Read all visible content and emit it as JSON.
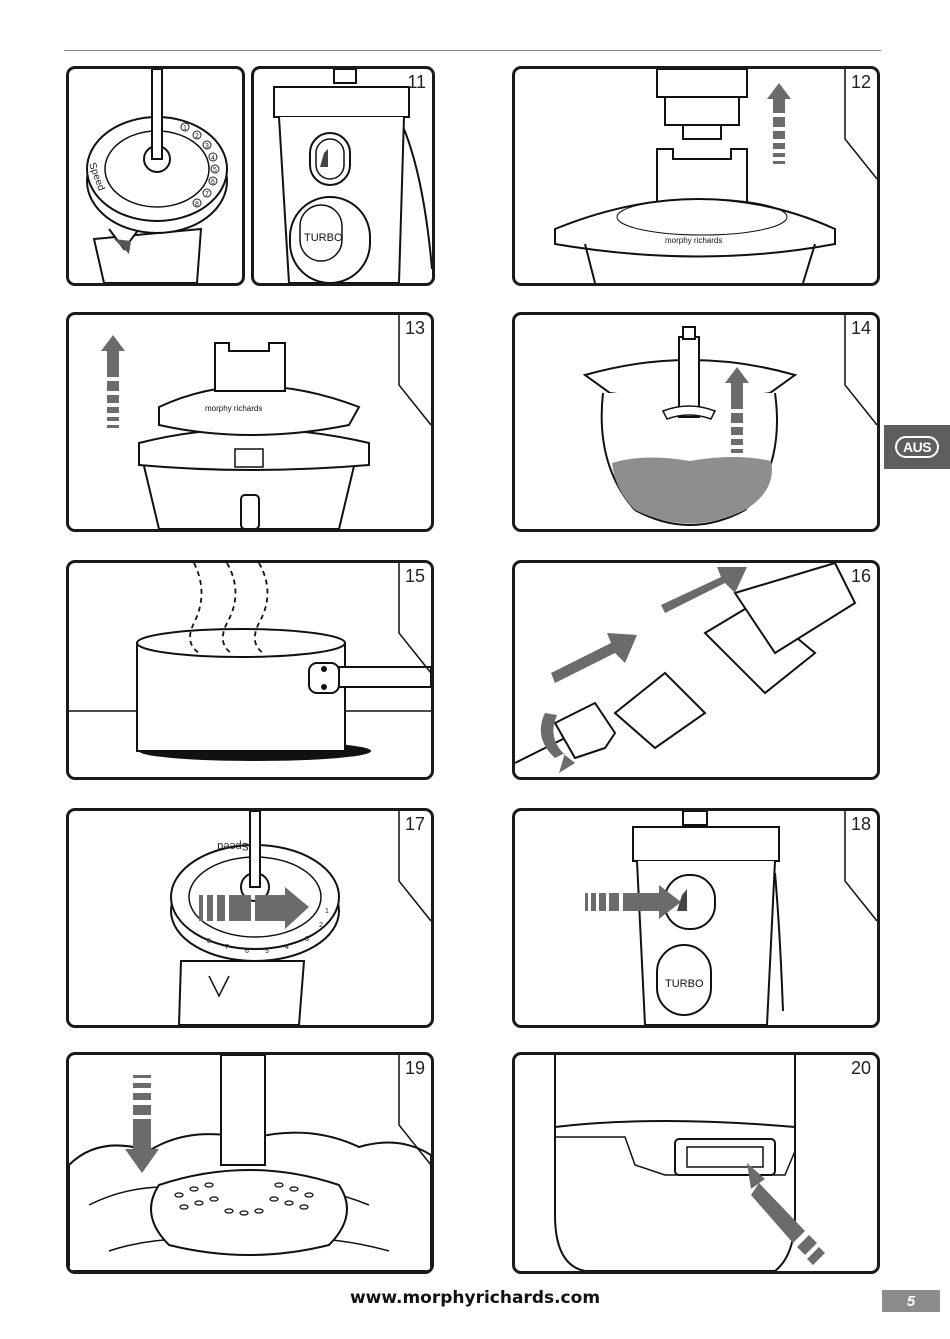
{
  "panels": {
    "p11": "11",
    "p12": "12",
    "p13": "13",
    "p14": "14",
    "p15": "15",
    "p16": "16",
    "p17": "17",
    "p18": "18",
    "p19": "19",
    "p20": "20"
  },
  "dial_label": "Speed",
  "speeds": [
    "1",
    "2",
    "3",
    "4",
    "5",
    "6",
    "7",
    "8"
  ],
  "brand_text": "morphy richards",
  "turbo_label": "TURBO",
  "tab_label": "AUS",
  "footer_url": "www.morphyrichards.com",
  "page_number": "5",
  "colors": {
    "arrow": "#6b6b6b",
    "liquid": "#8e8e8e",
    "tab": "#5e5e5e",
    "page_box": "#8c8c8c"
  }
}
